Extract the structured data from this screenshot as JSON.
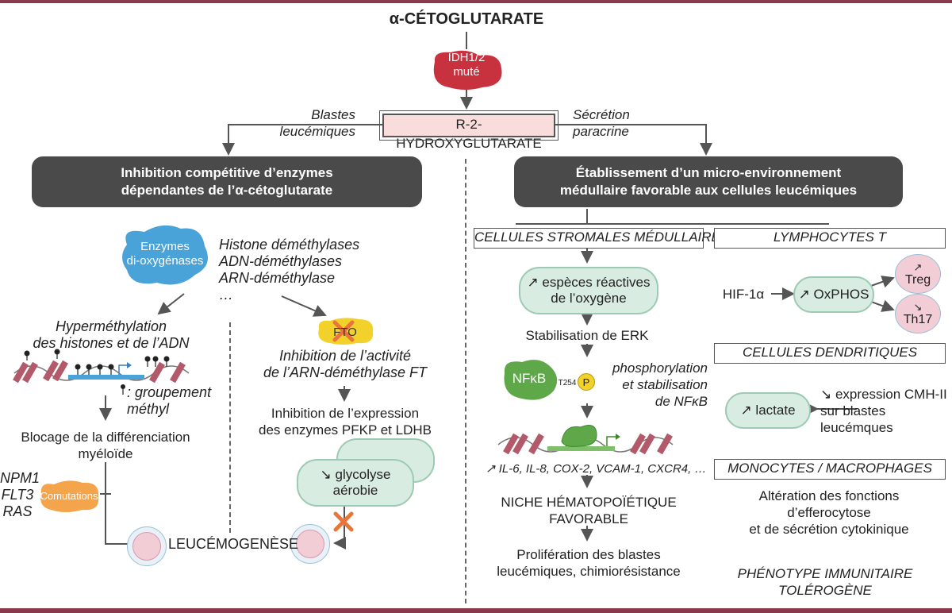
{
  "top": {
    "alpha_kg": "α-CÉTOGLUTARATE",
    "idh": "IDH1/2\nmuté",
    "r2hg": "R-2-HYDROXYGLUTARATE",
    "left_branch": "Blastes\nleucémiques",
    "right_branch": "Sécrétion\nparacrine"
  },
  "left": {
    "banner": "Inhibition compétitive d’enzymes\ndépendantes de l’α-cétoglutarate",
    "enzymes_blob": "Enzymes\ndi-oxygénases",
    "enzyme_list": "Histone déméthylases\nADN-déméthylases\nARN-déméthylase\n…",
    "hypermethylation": "Hyperméthylation\ndes histones et de l’ADN",
    "methyl_legend": ": groupement\nméthyl",
    "blocage": "Blocage de la différenciation\nmyéloïde",
    "mutations_list": "NPM1\nFLT3\nRAS",
    "comutations": "Comutations",
    "leucemogenese": "LEUCÉMOGENÈSE",
    "fto": "FTO",
    "fto_inhibition": "Inhibition de l’activité\nde l’ARN-déméthylase FT",
    "expression_inhibition": "Inhibition de l’expression\ndes enzymes PFKP et LDHB",
    "glycolyse": "↘ glycolyse\naérobie"
  },
  "right": {
    "banner": "Établissement d’un micro-environnement\nmédullaire favorable aux cellules leucémiques",
    "stromal": {
      "title": "CELLULES STROMALES MÉDULLAIRES",
      "ros": "↗ espèces réactives\nde l’oxygène",
      "erk": "Stabilisation de ERK",
      "nfkb": "NFκB",
      "t254": "T254",
      "p": "P",
      "phospho": "phosphorylation\net stabilisation\nde NFκB",
      "cytokines": "↗  IL-6, IL-8, COX-2, VCAM-1, CXCR4, …",
      "niche": "NICHE HÉMATOPOÏÉTIQUE\nFAVORABLE",
      "proliferation": "Prolifération des blastes\nleucémiques, chimiorésistance"
    },
    "lymph": {
      "title": "LYMPHOCYTES T",
      "hif": "HIF-1α",
      "oxphos": "↗ OxPHOS",
      "treg": "Treg",
      "treg_arrow": "↗",
      "th17": "Th17",
      "th17_arrow": "↘"
    },
    "dendritic": {
      "title": "CELLULES DENDRITIQUES",
      "lactate": "↗ lactate",
      "cmh": "↘ expression CMH-II\nsur blastes\nleucémques"
    },
    "mono": {
      "title": "MONOCYTES / MACROPHAGES",
      "alteration": "Altération des fonctions\nd’efferocytose\net de sécrétion cytokinique"
    },
    "phenotype": "PHÉNOTYPE IMMUNITAIRE\nTOLÉROGÈNE"
  },
  "colors": {
    "rule": "#8a3a4d",
    "banner": "#4a4a4a",
    "idh": "#c8323f",
    "r2hg_fill": "#f9dcdc",
    "enzyme_blob": "#4aa3d8",
    "comutations": "#f4a44a",
    "fto": "#f2d12a",
    "cross": "#e8763a",
    "mito_fill": "#d8ece2",
    "nfkb": "#5ea84a",
    "cell_fill": "#f2cdd6"
  }
}
